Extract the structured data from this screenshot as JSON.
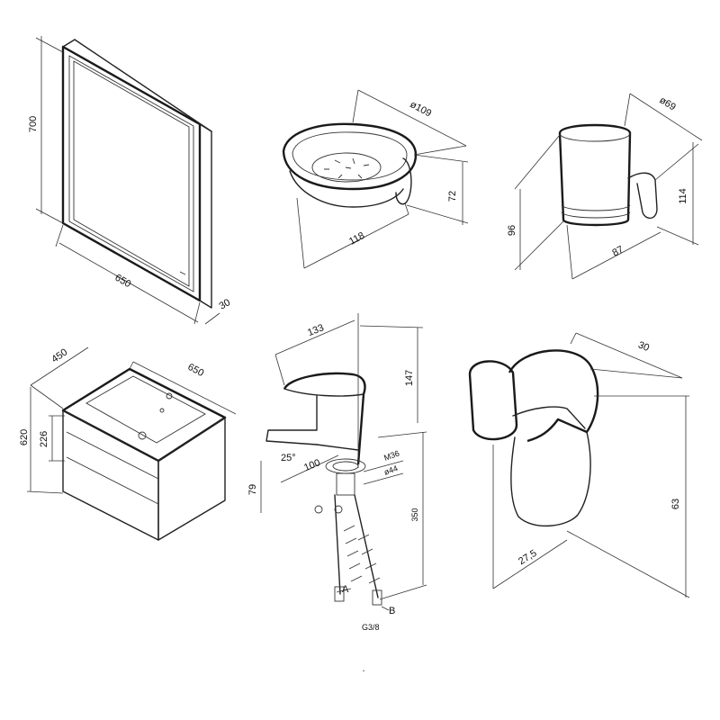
{
  "drawings": {
    "mirror": {
      "height": "700",
      "width": "650",
      "depth": "30"
    },
    "soap_dish": {
      "diameter": "ø109",
      "length": "118",
      "height": "72"
    },
    "tumbler": {
      "diameter": "ø69",
      "height_total": "114",
      "height_glass": "96",
      "depth": "87"
    },
    "vanity": {
      "depth": "450",
      "width": "650",
      "height": "620",
      "drawer_height": "226"
    },
    "faucet": {
      "reach": "133",
      "height": "147",
      "spout": "100",
      "angle": "25°",
      "spout_height": "79",
      "thread_1": "M36",
      "thread_2": "ø44",
      "hose": "350",
      "letter_a": "A",
      "letter_b": "B",
      "thread_hose": "G3/8"
    },
    "hook": {
      "depth": "30",
      "height": "63",
      "width": "27,5"
    }
  },
  "footer_mark": "."
}
